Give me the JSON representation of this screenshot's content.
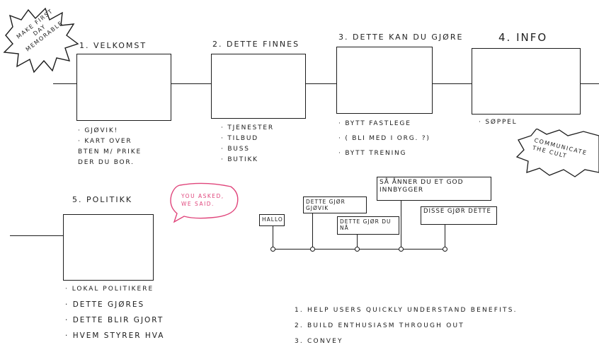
{
  "stamp": {
    "text": "MAKE FIRST DAY MEMORABLE"
  },
  "stages": [
    {
      "title": "1. VELKOMST",
      "bullets": [
        "GJØVIK!",
        "KART OVER BTEN M/ PRIKE DER DU BOR."
      ]
    },
    {
      "title": "2. DETTE FINNES",
      "bullets": [
        "TJENESTER",
        "TILBUD",
        "BUSS",
        "BUTIKK"
      ]
    },
    {
      "title": "3. DETTE KAN DU GJØRE",
      "bullets": [
        "BYTT FASTLEGE",
        "( BLI MED I ORG. ?)",
        "BYTT TRENING"
      ]
    },
    {
      "title": "4. INFO",
      "bullets": [
        "SØPPEL"
      ]
    }
  ],
  "politikk": {
    "title": "5. POLITIKK",
    "bubble": "YOU ASKED, WE SAID.",
    "bullets": [
      "LOKAL POLITIKERE",
      "DETTE GJØRES",
      "DETTE BLIR GJORT",
      "HVEM STYRER HVA"
    ]
  },
  "communicate_stamp": "COMMUNICATE THE CULT",
  "timeline": {
    "tags": [
      "HALLO",
      "DETTE GJØR GJØVIK",
      "DETTE GJØR DU NÅ",
      "SÅ ÅNNER DU ET GOD INNBYGGER",
      "DISSE GJØR DETTE"
    ]
  },
  "goals": [
    "1. HELP USERS QUICKLY UNDERSTAND BENEFITS.",
    "2. BUILD ENTHUSIASM THROUGH OUT",
    "3. CONVEY"
  ],
  "colors": {
    "ink": "#1c1c1c",
    "bubble": "#e0457b"
  }
}
